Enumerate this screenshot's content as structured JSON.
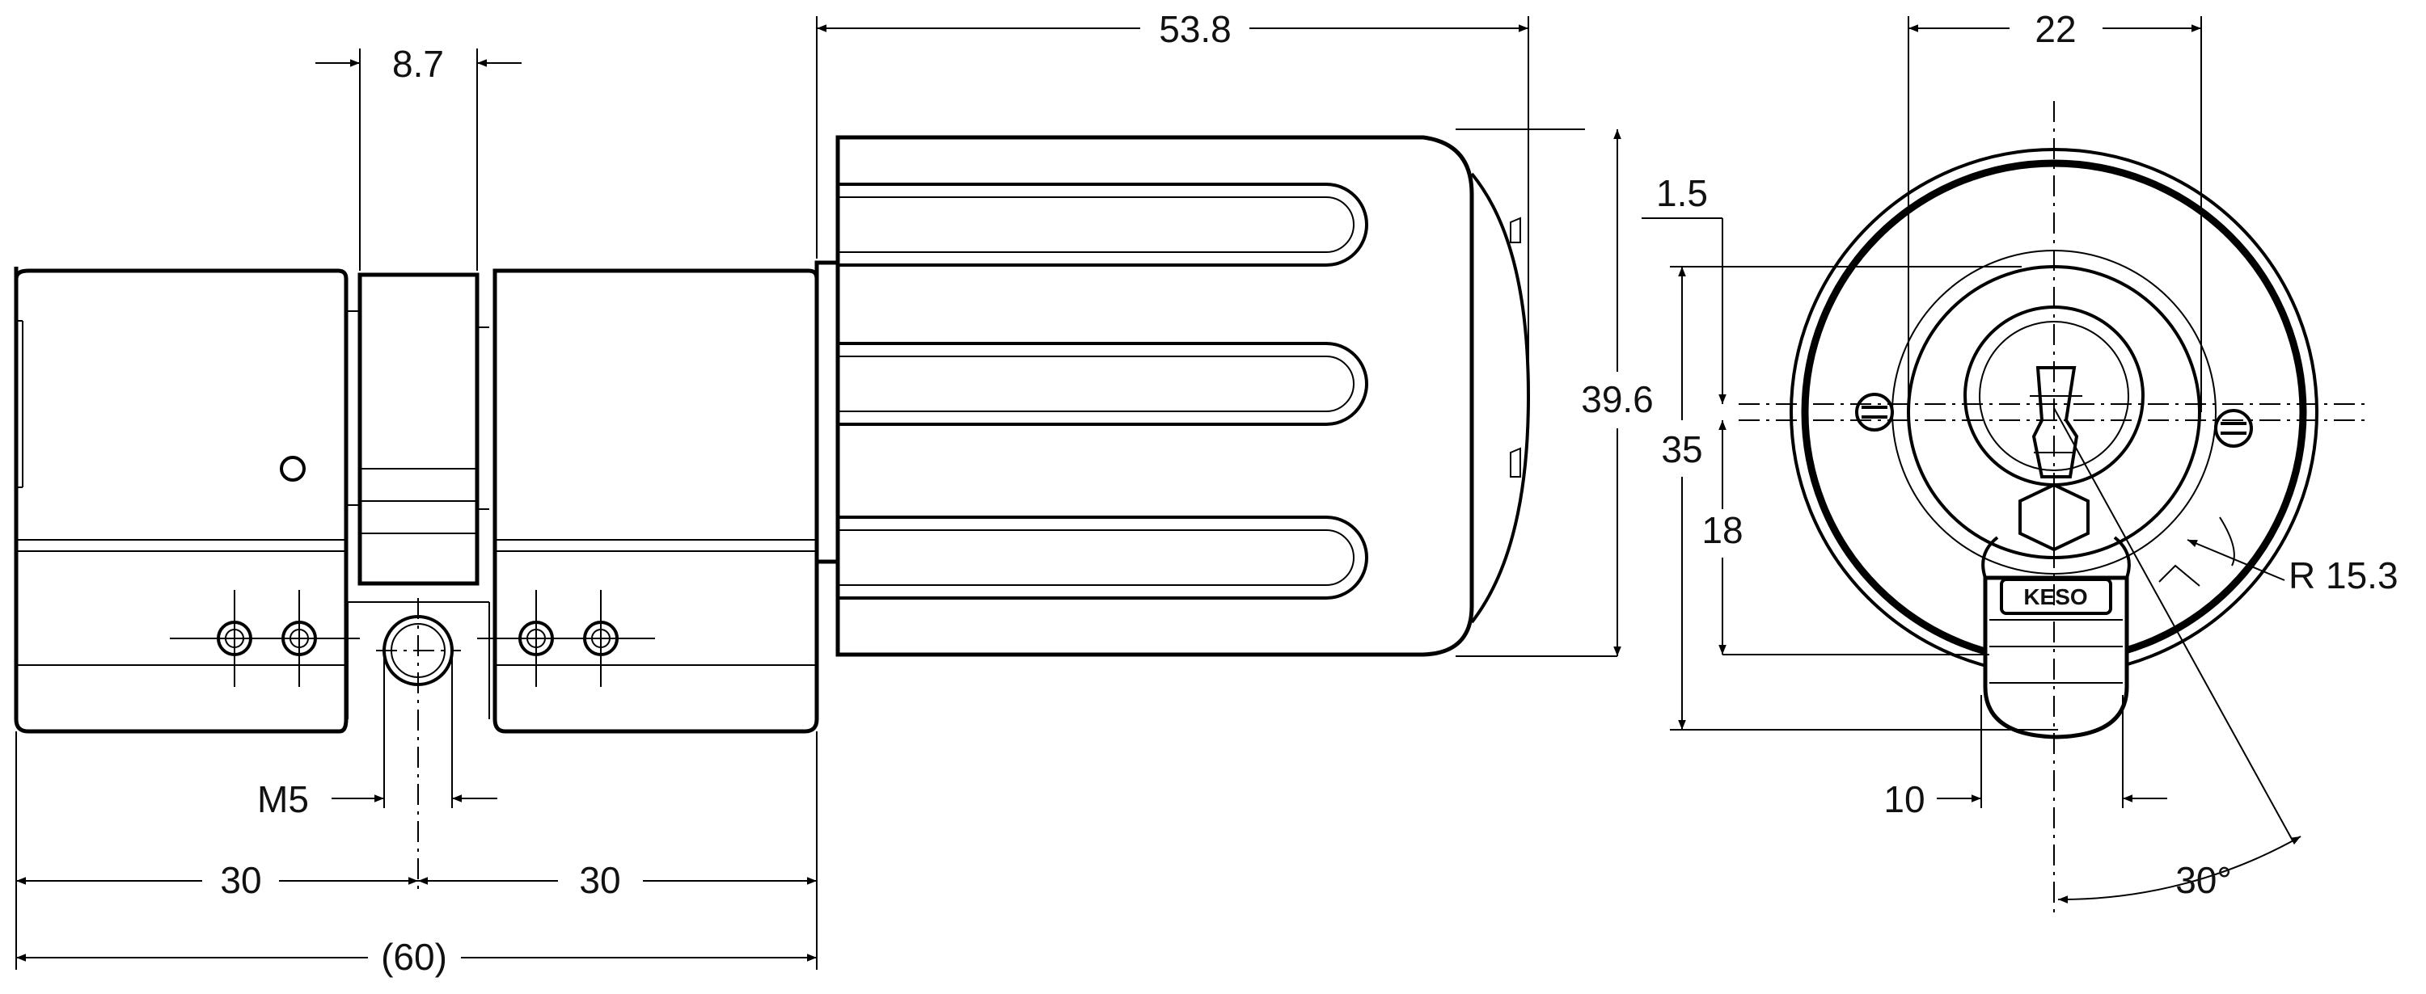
{
  "drawing": {
    "logo_text": "KESO",
    "dimensions": {
      "side_height": "8.7",
      "knob_length": "53.8",
      "knob_diameter": "39.6",
      "left_half": "30",
      "right_half": "30",
      "overall_length": "(60)",
      "screw_thread": "M5",
      "flange_width": "22",
      "offset": "1.5",
      "total_height": "35",
      "center_height": "18",
      "radius": "R 15.3",
      "tongue_width": "10",
      "angle": "30°"
    }
  }
}
